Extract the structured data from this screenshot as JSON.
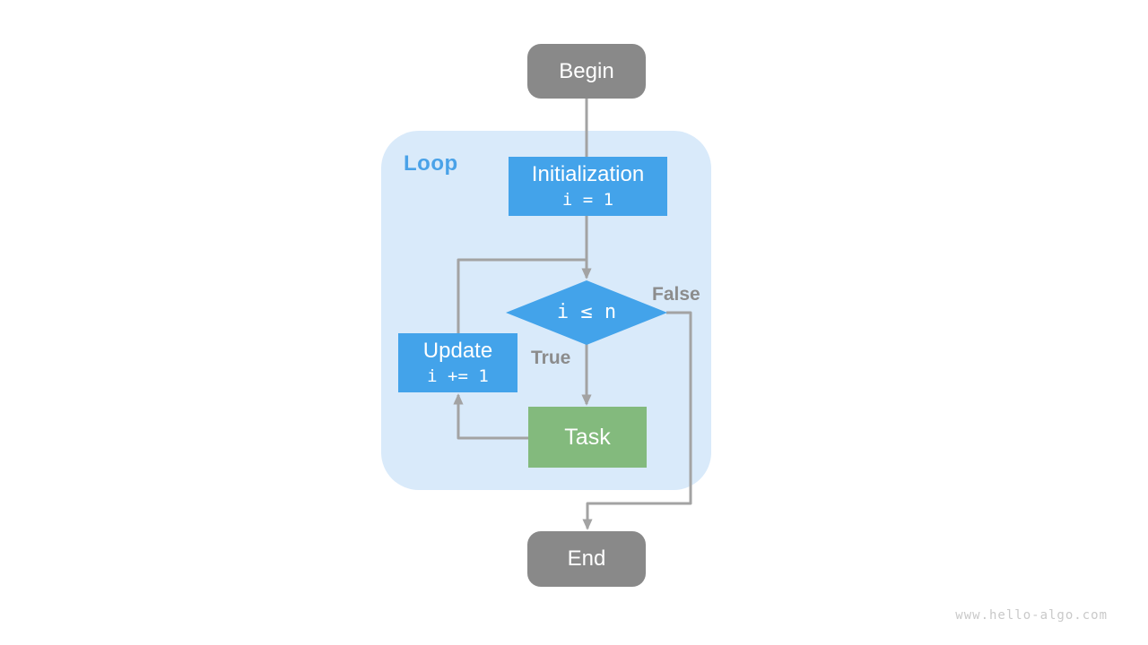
{
  "page": {
    "watermark": "www.hello-algo.com"
  },
  "diagram": {
    "loop_container": {
      "label": "Loop"
    },
    "nodes": {
      "begin": {
        "type": "terminal",
        "label": "Begin"
      },
      "initialization": {
        "type": "process",
        "title": "Initialization",
        "code": "i = 1"
      },
      "condition": {
        "type": "decision",
        "code": "i ≤ n"
      },
      "update": {
        "type": "process",
        "title": "Update",
        "code": "i += 1"
      },
      "task": {
        "type": "process",
        "label": "Task"
      },
      "end": {
        "type": "terminal",
        "label": "End"
      }
    },
    "edge_labels": {
      "true_branch": "True",
      "false_branch": "False"
    },
    "edges": [
      "begin -> condition",
      "condition -True-> task",
      "task -> update",
      "update -> condition",
      "condition -False-> end"
    ],
    "colors": {
      "terminal_fill": "#898989",
      "process_fill": "#43a3ea",
      "task_fill": "#83ba7d",
      "loop_container_fill": "#d9eafa",
      "loop_label_text": "#4aa2e8",
      "connector": "#a3a3a3",
      "edge_label_text": "#8c8c8c",
      "node_text": "#ffffff",
      "watermark_text": "#c9c9c9"
    }
  }
}
